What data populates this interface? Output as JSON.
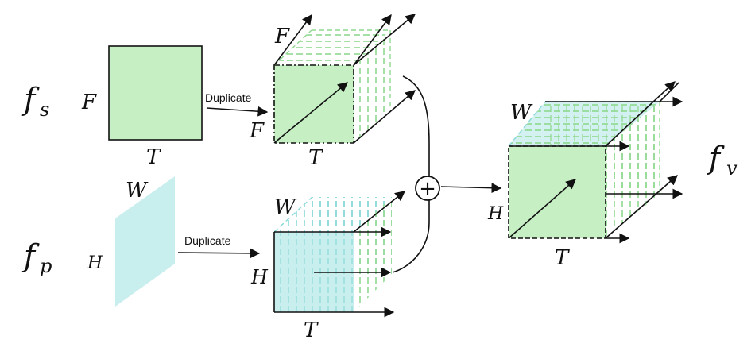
{
  "symbols": {
    "fs": {
      "base": "f",
      "sub": "s"
    },
    "fp": {
      "base": "f",
      "sub": "p"
    },
    "fv": {
      "base": "f",
      "sub": "v"
    }
  },
  "spectrogram": {
    "height_label": "F",
    "width_label": "T"
  },
  "patch": {
    "top_label": "W",
    "side_label": "H"
  },
  "duplicate_label": "Duplicate",
  "cube_spec": {
    "top_label": "F",
    "side_label": "F",
    "bottom_label": "T"
  },
  "cube_patch": {
    "top_label": "W",
    "side_label": "H",
    "bottom_label": "T"
  },
  "combine_op": "+",
  "cube_out": {
    "top_label": "W",
    "side_label": "H",
    "bottom_label": "T"
  },
  "colors": {
    "green_fill": "#c6efc4",
    "cyan_fill": "#c8eeee",
    "green_dash": "#8fd88f",
    "cyan_dash": "#88d8d8",
    "stroke": "#111111"
  }
}
